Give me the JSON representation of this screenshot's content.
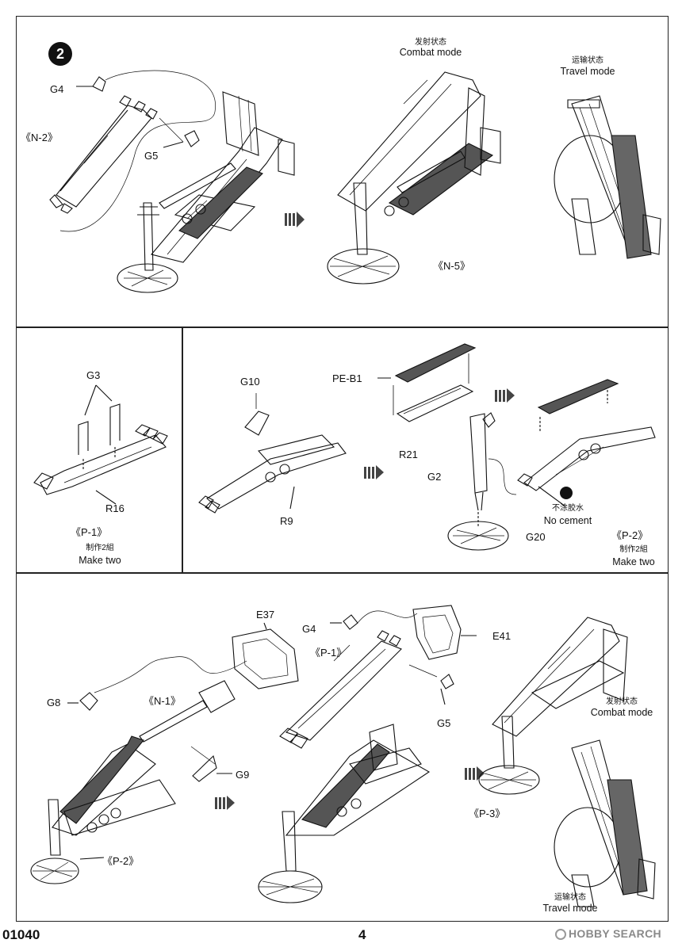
{
  "step": {
    "number": "2"
  },
  "panel1": {
    "labels": {
      "g4": "G4",
      "g5": "G5",
      "n2": "《N-2》",
      "n5": "《N-5》"
    },
    "combat": {
      "cn": "发射状态",
      "en": "Combat mode"
    },
    "travel": {
      "cn": "运输状态",
      "en": "Travel mode"
    }
  },
  "panel2": {
    "labels": {
      "g3": "G3",
      "r16": "R16",
      "p1": "《P-1》"
    },
    "make_two": {
      "cn": "制作2組",
      "en": "Make two"
    }
  },
  "panel3": {
    "labels": {
      "g10": "G10",
      "peb1": "PE-B1",
      "r21": "R21",
      "r9": "R9",
      "g2": "G2",
      "g20": "G20",
      "p2": "《P-2》"
    },
    "no_cement": {
      "cn": "不涂胶水",
      "en": "No cement"
    },
    "make_two": {
      "cn": "制作2組",
      "en": "Make two"
    }
  },
  "panel4": {
    "labels": {
      "e37": "E37",
      "g4": "G4",
      "e41": "E41",
      "p1": "《P-1》",
      "g8": "G8",
      "n1": "《N-1》",
      "g5": "G5",
      "g9": "G9",
      "p2": "《P-2》",
      "p3": "《P-3》"
    },
    "combat": {
      "cn": "发射状态",
      "en": "Combat mode"
    },
    "travel": {
      "cn": "运输状态",
      "en": "Travel mode"
    }
  },
  "footer": {
    "code": "01040",
    "page": "4",
    "watermark": "HOBBY SEARCH"
  },
  "colors": {
    "ink": "#111111",
    "mesh": "#333333",
    "watermark": "#8a8a8a"
  }
}
